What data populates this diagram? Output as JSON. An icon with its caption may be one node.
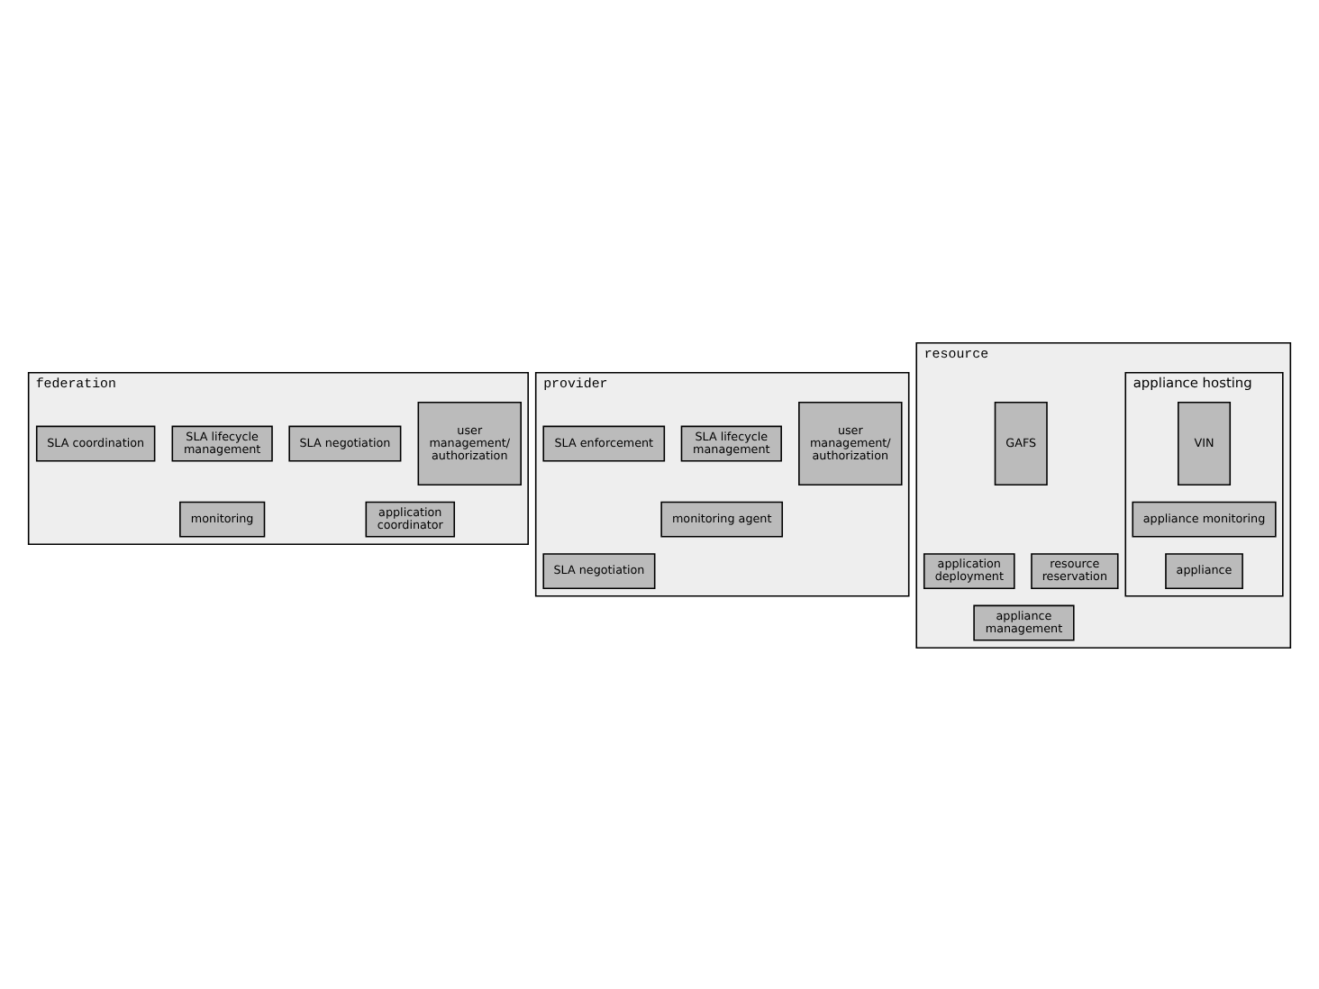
{
  "diagram": {
    "nodes": [
      {
        "text": [
          "federation"
        ]
      },
      {
        "text": [
          "user management/ authorization"
        ],
        "in": 0
      },
      {
        "text": [
          "SLA negotiation"
        ],
        "in": 0
      },
      {
        "text": [
          "SLA lifecycle management"
        ],
        "in": 0
      },
      {
        "text": [
          "SLA coordination"
        ],
        "in": 0
      },
      {
        "text": [
          "application coordinator"
        ],
        "in": 0
      },
      {
        "text": [
          "monitoring"
        ],
        "in": 0
      },
      {
        "text": [
          "provider"
        ]
      },
      {
        "text": [
          "user management/ authorization"
        ],
        "in": 7
      },
      {
        "text": [
          "SLA negotiation"
        ],
        "in": 7
      },
      {
        "text": [
          "SLA lifecycle management"
        ],
        "in": 7
      },
      {
        "text": [
          "SLA enforcement"
        ],
        "in": 7
      },
      {
        "text": [
          "monitoring agent"
        ],
        "in": 7
      },
      {
        "text": [
          "resource"
        ]
      },
      {
        "text": [
          "resource reservation"
        ],
        "in": 13
      },
      {
        "text": [
          "application deployment"
        ],
        "in": 13
      },
      {
        "text": [
          "appliance management"
        ],
        "in": 13
      },
      {
        "text": [
          "GAFS"
        ],
        "in": 13
      },
      {
        "text": [
          "appliance hosting"
        ],
        "in": 13
      },
      {
        "text": [
          "VIN"
        ],
        "in": 18
      },
      {
        "text": [
          "appliance monitoring"
        ],
        "in": 18
      },
      {
        "text": [
          "appliance"
        ],
        "in": 18
      }
    ],
    "edges": []
  }
}
